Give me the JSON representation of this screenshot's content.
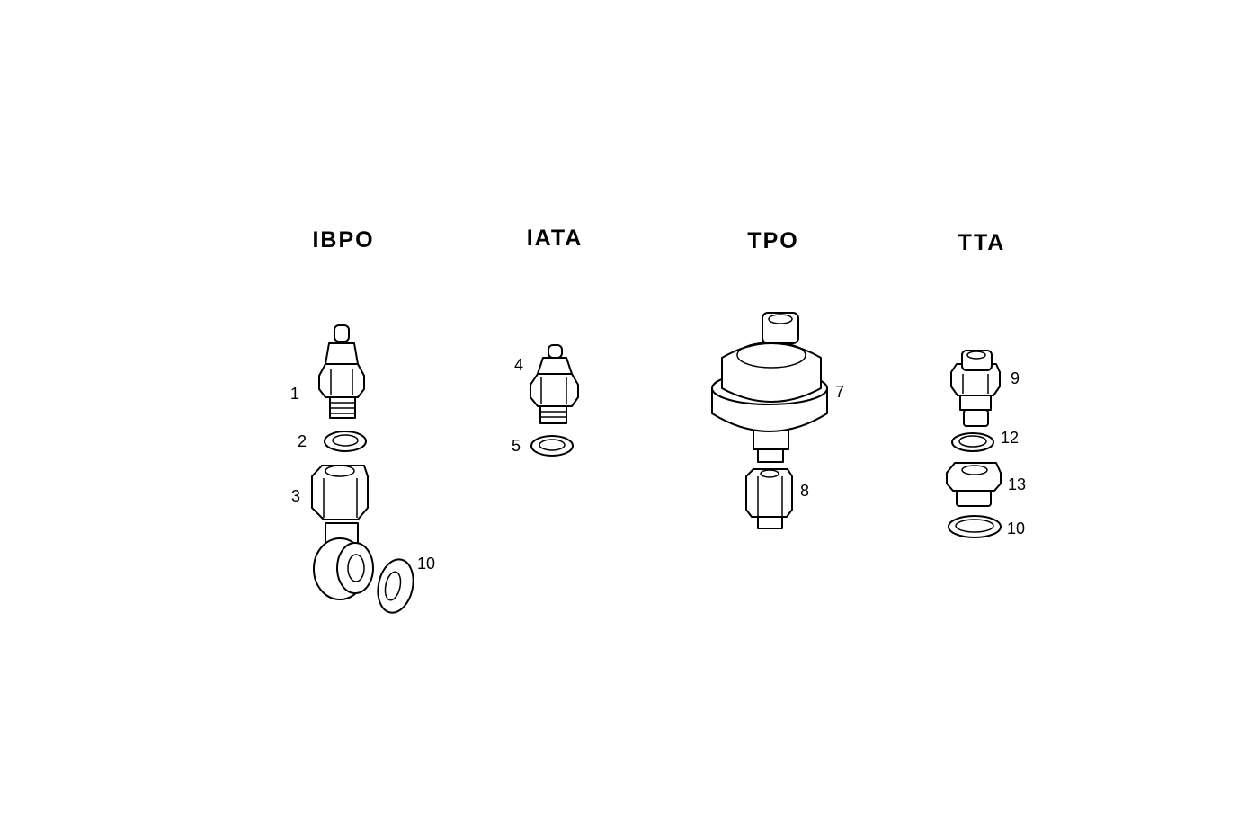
{
  "groups": [
    {
      "title": "IBPO",
      "callouts": [
        "1",
        "2",
        "3",
        "10"
      ]
    },
    {
      "title": "IATA",
      "callouts": [
        "4",
        "5"
      ]
    },
    {
      "title": "TPO",
      "callouts": [
        "7",
        "8"
      ]
    },
    {
      "title": "TTA",
      "callouts": [
        "9",
        "12",
        "13",
        "10"
      ]
    }
  ],
  "colors": {
    "ink": "#000000",
    "background": "#ffffff"
  }
}
